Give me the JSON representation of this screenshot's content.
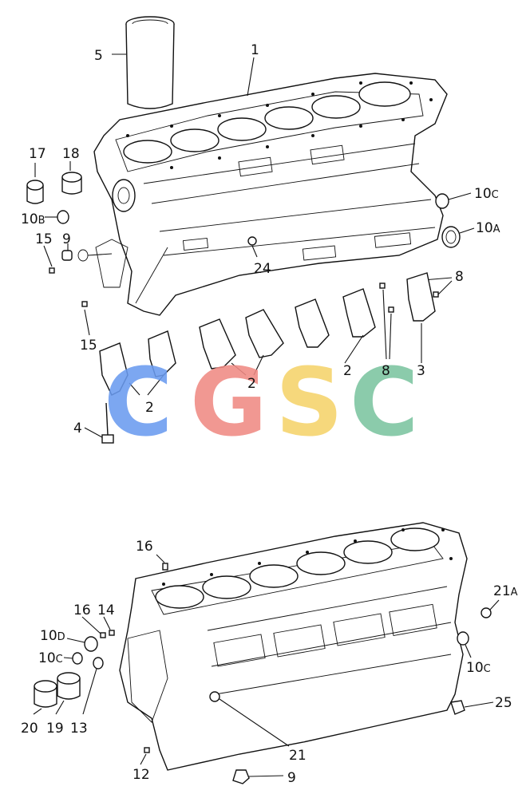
{
  "labels": {
    "l1": "1",
    "l2a": "2",
    "l2b": "2",
    "l2c": "2",
    "l3": "3",
    "l4": "4",
    "l5": "5",
    "l8a": "8",
    "l8b": "8",
    "l9a": "9",
    "l9b": "9",
    "l10a": "10",
    "l10a_sub": "A",
    "l10b": "10",
    "l10b_sub": "B",
    "l10c1": "10",
    "l10c1_sub": "C",
    "l10c2": "10",
    "l10c2_sub": "C",
    "l10c3": "10",
    "l10c3_sub": "C",
    "l10d": "10",
    "l10d_sub": "D",
    "l12": "12",
    "l13": "13",
    "l14": "14",
    "l15a": "15",
    "l15b": "15",
    "l16a": "16",
    "l16b": "16",
    "l17": "17",
    "l18": "18",
    "l19": "19",
    "l20": "20",
    "l21a": "21",
    "l21b": "21",
    "l21b_sub": "A",
    "l24": "24",
    "l25": "25"
  },
  "watermark": {
    "letters": [
      "C",
      "G",
      "S",
      "C"
    ],
    "colors": [
      "#6a9bf0",
      "#f08a84",
      "#f5d36a",
      "#7cc4a0"
    ]
  }
}
